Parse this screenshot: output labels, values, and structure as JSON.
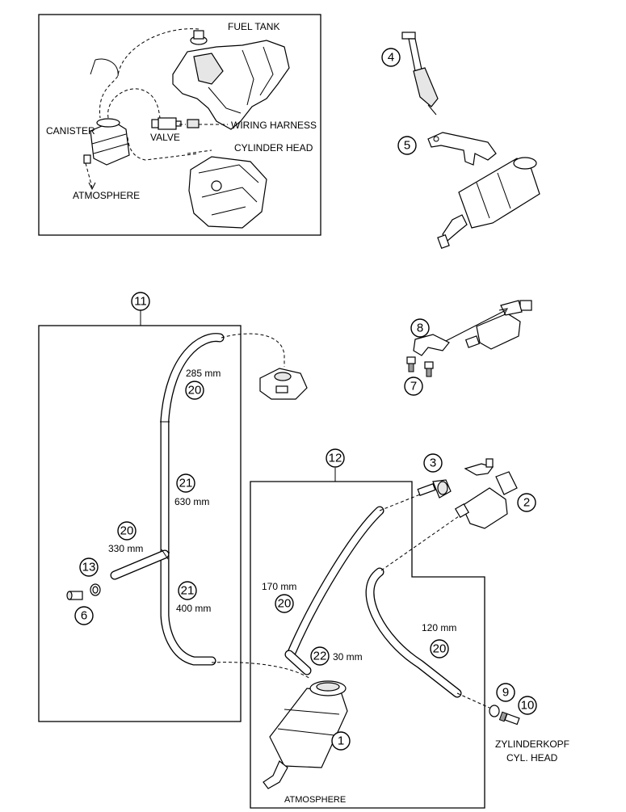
{
  "overview": {
    "fuel_tank": "FUEL TANK",
    "canister": "CANISTER",
    "valve": "VALVE",
    "wiring_harness": "WIRING HARNESS",
    "cylinder_head": "CYLINDER HEAD",
    "atmosphere": "ATMOSPHERE"
  },
  "callouts": {
    "c1": "1",
    "c2": "2",
    "c3": "3",
    "c4": "4",
    "c5": "5",
    "c6": "6",
    "c7": "7",
    "c8": "8",
    "c9": "9",
    "c10": "10",
    "c11": "11",
    "c12": "12",
    "c13": "13"
  },
  "hose_labels": {
    "len_285": "285 mm",
    "ref_285": "20",
    "len_630": "630 mm",
    "ref_630": "21",
    "len_330": "330 mm",
    "ref_330": "20",
    "len_400": "400 mm",
    "ref_400": "21",
    "len_170": "170 mm",
    "ref_170": "20",
    "len_30": "30 mm",
    "ref_30": "22",
    "len_120": "120 mm",
    "ref_120": "20"
  },
  "bottom_labels": {
    "atmosphere": "ATMOSPHERE",
    "zylinderkopf": "ZYLINDERKOPF",
    "cyl_head": "CYL. HEAD"
  }
}
